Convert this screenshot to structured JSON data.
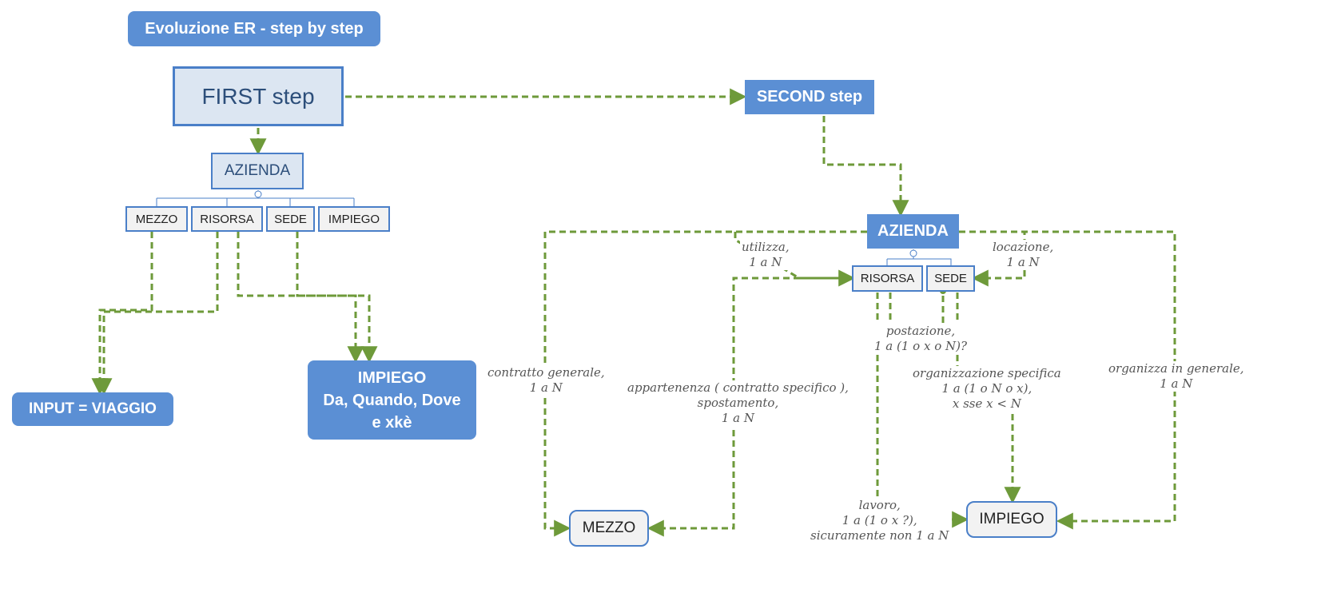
{
  "title": "Evoluzione ER - step by step",
  "first_step": {
    "label": "FIRST step",
    "azienda": "AZIENDA",
    "children": [
      "MEZZO",
      "RISORSA",
      "SEDE",
      "IMPIEGO"
    ],
    "input": "INPUT = VIAGGIO",
    "impiego_detail": "IMPIEGO\nDa, Quando, Dove\ne xkè"
  },
  "second_step": {
    "label": "SECOND step",
    "azienda": "AZIENDA",
    "risorsa": "RISORSA",
    "sede": "SEDE",
    "mezzo": "MEZZO",
    "impiego": "IMPIEGO",
    "relations": {
      "utilizza": "utilizza,\n1 a N",
      "locazione": "locazione,\n1 a N",
      "postazione": "postazione,\n1 a (1 o x o N)?",
      "contratto_generale": "contratto generale,\n1 a N",
      "appartenenza": "appartenenza ( contratto specifico ),\nspostamento,\n1 a N",
      "organizzazione_specifica": "organizzazione specifica\n1 a (1 o N o x),\nx sse x < N",
      "organizza_generale": "organizza in generale,\n1 a N",
      "lavoro": "lavoro,\n1 a (1 o x ?),\nsicuramente non 1 a N"
    }
  },
  "colors": {
    "accent_blue": "#5b8fd4",
    "border_blue": "#4a7fc8",
    "arrow_green": "#6e9a3a"
  }
}
